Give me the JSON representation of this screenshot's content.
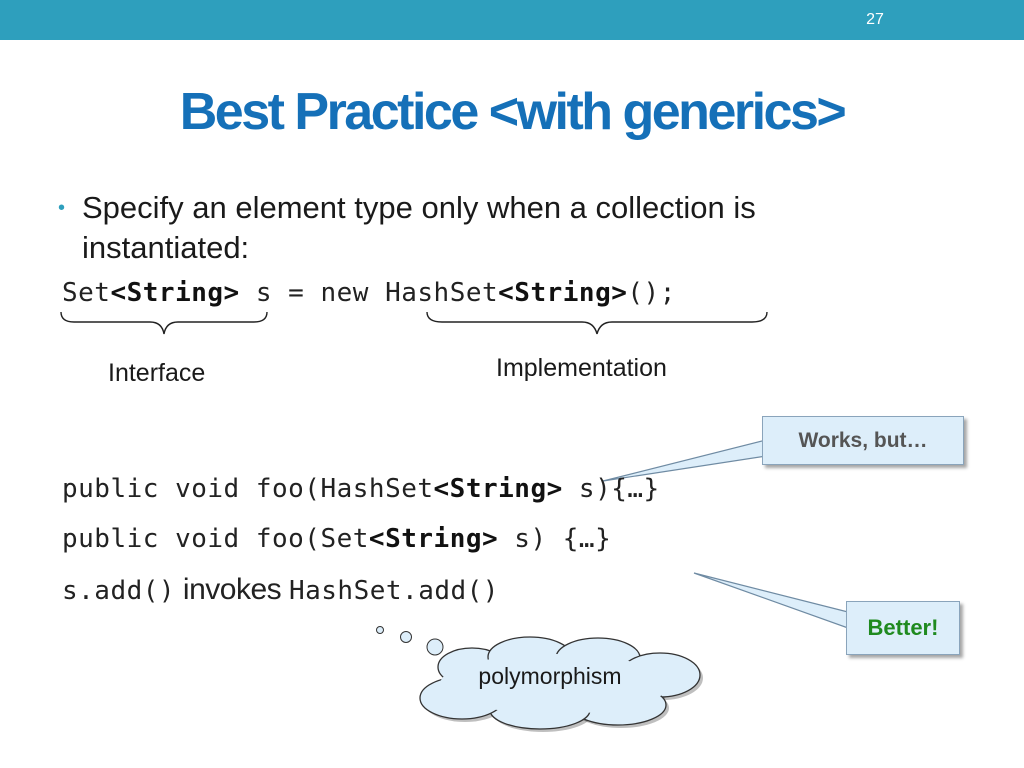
{
  "slide": {
    "page_number": "27",
    "title": "Best Practice <with generics>"
  },
  "bullet": {
    "text": "Specify an element type only when a collection is instantiated:"
  },
  "code_line_1": {
    "p1": "Set",
    "g1": "<String>",
    "p2": " s = new HashSet",
    "g2": "<String>",
    "p3": "();"
  },
  "labels": {
    "interface": "Interface",
    "implementation": "Implementation"
  },
  "code_line_2": {
    "p1": "public void foo(HashSet",
    "g1": "<String>",
    "p2": " s){…}"
  },
  "code_line_3": {
    "p1": "public void foo(Set",
    "g1": "<String>",
    "p2": " s) {…}"
  },
  "code_line_4": {
    "p1": "s.add()",
    "p2": " invokes ",
    "p3": "HashSet.add()"
  },
  "callouts": {
    "works": "Works, but…",
    "better": "Better!",
    "cloud": "polymorphism"
  },
  "colors": {
    "top_bar": "#2e9fbd",
    "title": "#1570b8",
    "callout_fill": "#ddeefa",
    "better_text": "#1f8a1f",
    "works_text": "#555555"
  }
}
